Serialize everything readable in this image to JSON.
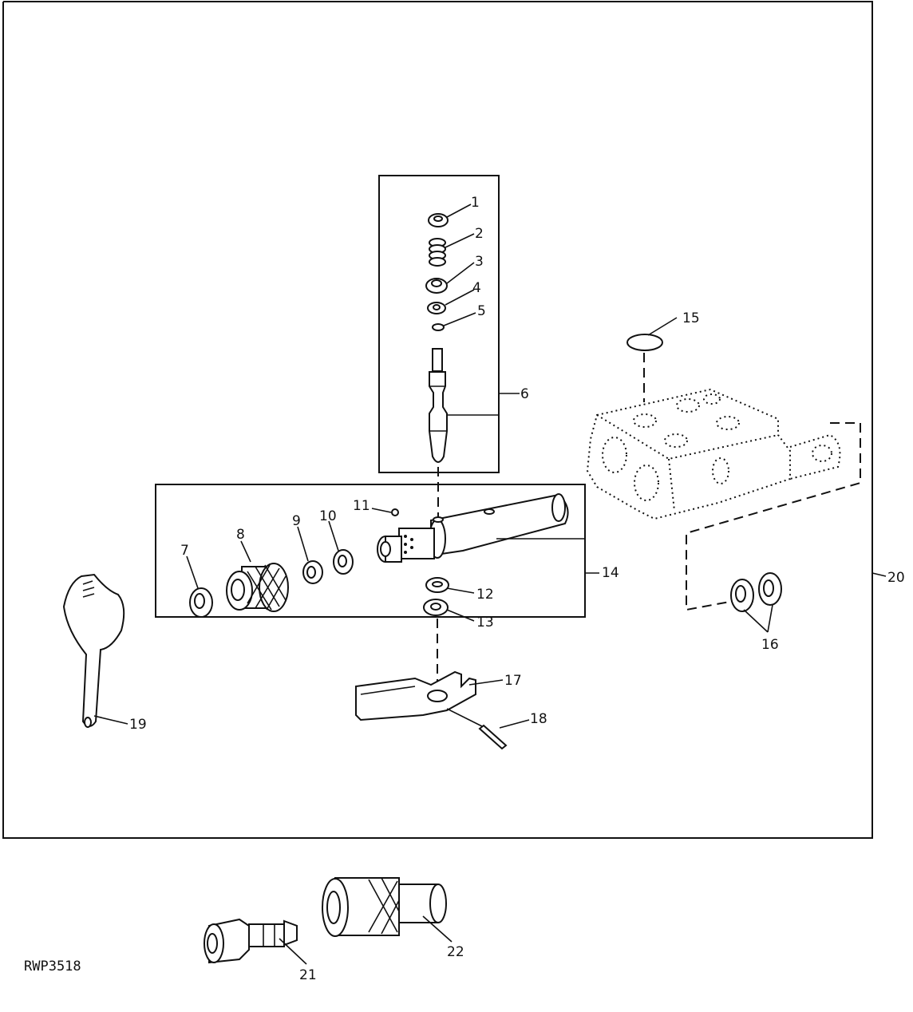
{
  "figure_code": "RWP3518",
  "callouts": {
    "c1": "1",
    "c2": "2",
    "c3": "3",
    "c4": "4",
    "c5": "5",
    "c6": "6",
    "c7": "7",
    "c8": "8",
    "c9": "9",
    "c10": "10",
    "c11": "11",
    "c12": "12",
    "c13": "13",
    "c14": "14",
    "c15": "15",
    "c16": "16",
    "c17": "17",
    "c18": "18",
    "c19": "19",
    "c20": "20",
    "c21": "21",
    "c22": "22"
  }
}
